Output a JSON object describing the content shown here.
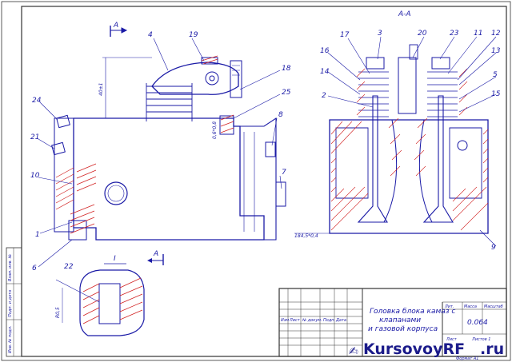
{
  "drawing": {
    "title_lines": [
      "Головка блока камаз с",
      "клапанами",
      "и газовой корпуса"
    ],
    "doc_number": "0.064",
    "scale_label": "Масштаб",
    "section_label": "А-А",
    "section_mark": "А",
    "detail_label": "I",
    "watermark_main": "KursovoyRF",
    "watermark_sub": ".ru",
    "colors": {
      "line": "#1a1aa6",
      "hatch": "#d11f1f",
      "frame": "#222222",
      "watermark": "#1b1b8a"
    }
  },
  "callouts": {
    "left_view": [
      "4",
      "19",
      "18",
      "25",
      "8",
      "7",
      "24",
      "21",
      "10",
      "1",
      "6"
    ],
    "section_view": [
      "17",
      "3",
      "20",
      "23",
      "11",
      "12",
      "16",
      "14",
      "2",
      "13",
      "5",
      "15",
      "9"
    ],
    "detail_view": [
      "22"
    ]
  },
  "dimensions": {
    "height_dim": "40±1",
    "gap_dim": "0,6*0,8",
    "thread_dim": "R0,5",
    "bottom_dim": "184,5*0,4"
  },
  "title_block": {
    "header_cells": [
      "Изм",
      "Лист",
      "№ докум.",
      "Подп.",
      "Дата"
    ],
    "right_headers": [
      "Лит.",
      "Масса",
      "Масштаб"
    ],
    "sheet_labels": [
      "Лист",
      "Листов 1"
    ],
    "format_label": "Формат А1"
  },
  "side_stamp": {
    "cells": [
      "Взам. инв. №",
      "Подп. и дата",
      "Инв. № подл."
    ]
  }
}
